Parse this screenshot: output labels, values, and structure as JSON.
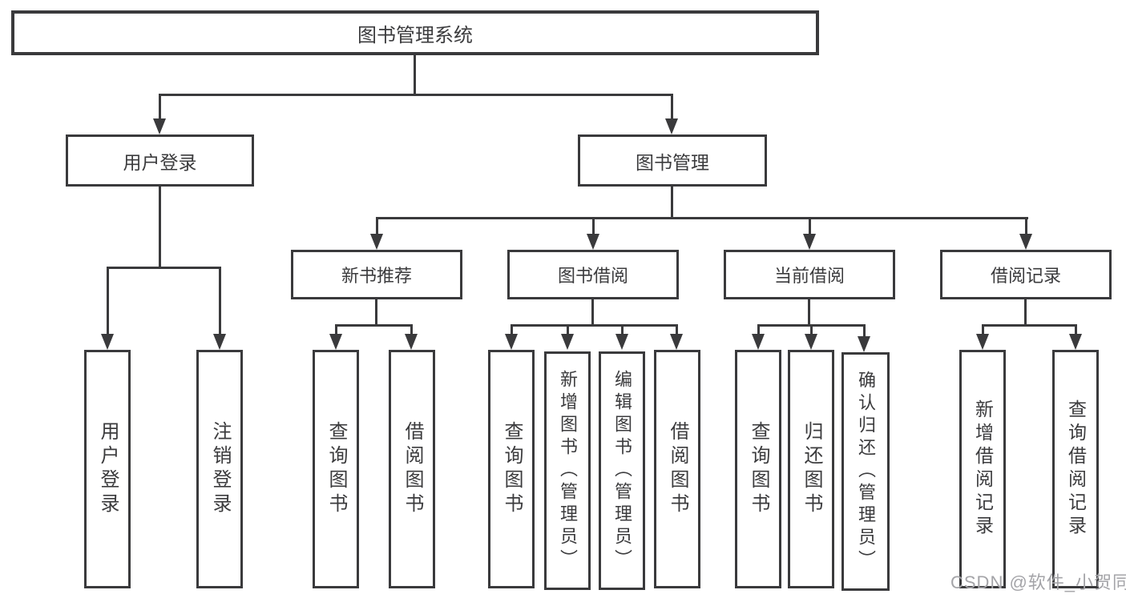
{
  "tree": {
    "root": "图书管理系统",
    "children": [
      {
        "label": "用户登录",
        "children": [
          "用户登录",
          "注销登录"
        ]
      },
      {
        "label": "图书管理",
        "children": [
          {
            "label": "新书推荐",
            "children": [
              "查询图书",
              "借阅图书"
            ]
          },
          {
            "label": "图书借阅",
            "children": [
              "查询图书",
              "新增图书（管理员）",
              "编辑图书（管理员）",
              "借阅图书"
            ]
          },
          {
            "label": "当前借阅",
            "children": [
              "查询图书",
              "归还图书",
              "确认归还（管理员）"
            ]
          },
          {
            "label": "借阅记录",
            "children": [
              "新增借阅记录",
              "查询借阅记录"
            ]
          }
        ]
      }
    ]
  },
  "watermark": {
    "text": "CSDN @软件_小贺同学"
  },
  "colors": {
    "line": "#3a3a3c",
    "text": "#3b3b3d",
    "background": "#ffffff",
    "watermark": "#a4a4a8"
  }
}
